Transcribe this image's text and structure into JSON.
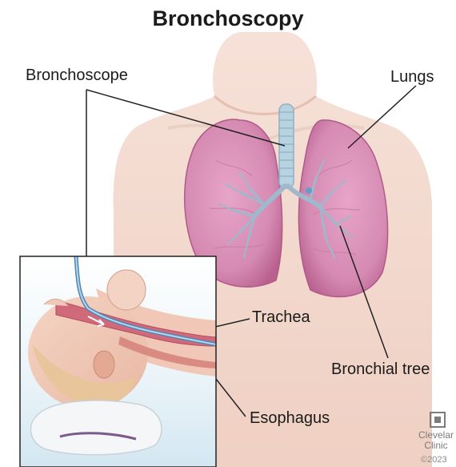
{
  "title": "Bronchoscopy",
  "labels": {
    "bronchoscope": "Bronchoscope",
    "lungs": "Lungs",
    "trachea": "Trachea",
    "bronchial_tree": "Bronchial tree",
    "esophagus": "Esophagus"
  },
  "logo": {
    "line1": "Clevelar",
    "line2": "Clinic",
    "copyright": "©2023"
  },
  "colors": {
    "lung": "#d98bb4",
    "lung_dark": "#c26b9c",
    "skin": "#f3d9cf",
    "skin_shadow": "#e8c0b0",
    "trachea": "#a9c6d6",
    "inset_border": "#222222",
    "text": "#1b1b1b"
  }
}
